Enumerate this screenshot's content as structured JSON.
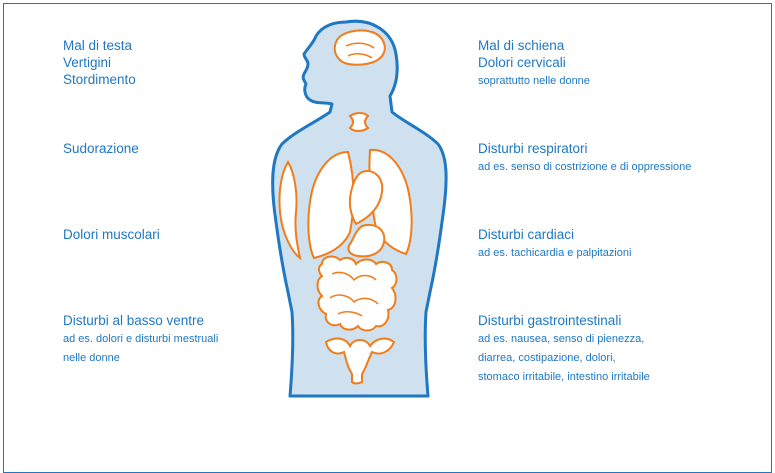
{
  "left_labels": [
    {
      "lines": [
        "Mal di testa",
        "Vertigini",
        "Stordimento"
      ],
      "sub": []
    },
    {
      "lines": [
        "Sudorazione"
      ],
      "sub": []
    },
    {
      "lines": [
        "Dolori muscolari"
      ],
      "sub": []
    },
    {
      "lines": [
        "Disturbi al basso ventre"
      ],
      "sub": [
        "ad es. dolori e disturbi mestruali",
        "nelle donne"
      ]
    }
  ],
  "right_labels": [
    {
      "lines": [
        "Mal di schiena",
        "Dolori cervicali"
      ],
      "sub": [
        "soprattutto nelle donne"
      ]
    },
    {
      "lines": [
        "Disturbi respiratori"
      ],
      "sub": [
        "ad es. senso di costrizione e di oppressione"
      ]
    },
    {
      "lines": [
        "Disturbi cardiaci"
      ],
      "sub": [
        "ad es. tachicardia e palpitazioni"
      ]
    },
    {
      "lines": [
        "Disturbi gastrointestinali"
      ],
      "sub": [
        "ad es. nausea, senso di pienezza,",
        "diarrea, costipazione, dolori,",
        "stomaco irritabile, intestino irritabile"
      ]
    }
  ],
  "colors": {
    "text": "#1f78c1",
    "body_fill": "#cfe0ef",
    "body_stroke": "#1f78c1",
    "organ_stroke": "#f07d1a",
    "organ_fill": "#ffffff"
  }
}
